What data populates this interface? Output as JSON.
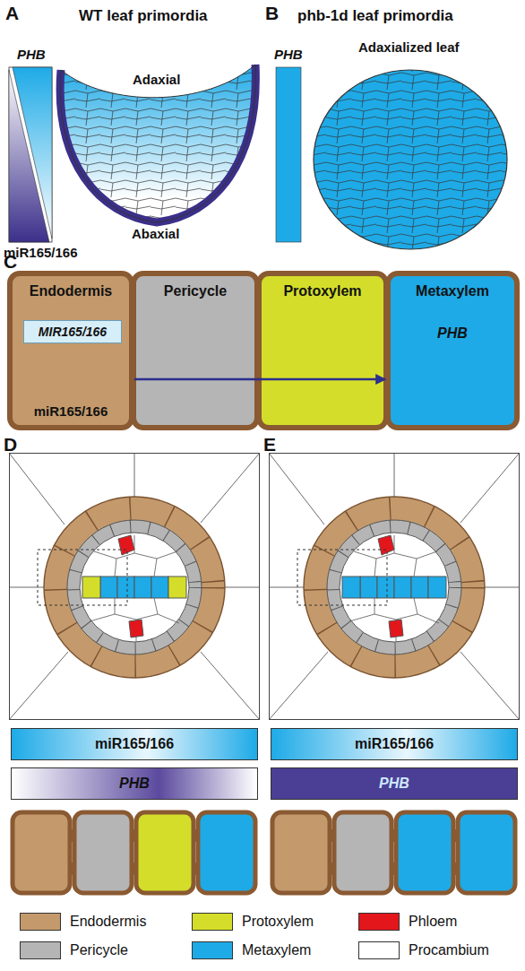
{
  "diagram": {
    "nodes": [
      {
        "text": [
          "Endodermis",
          "miR165/166"
        ]
      },
      {
        "text": [
          "MIR165/166"
        ],
        "in": 0
      },
      {
        "text": [
          "Pericycle"
        ]
      },
      {
        "text": [
          "Protoxylem"
        ]
      },
      {
        "text": [
          "Metaxylem",
          "PHB"
        ]
      },
      {
        "text": [
          "miR165/166"
        ]
      },
      {
        "text": [
          "PHB"
        ]
      },
      {
        "text": [
          "miR165/166"
        ]
      },
      {
        "text": [
          "PHB"
        ]
      }
    ],
    "edges": [
      {
        "from": 0,
        "to": 4,
        "arrow": "to"
      }
    ],
    "labels": [
      "A",
      "WT leaf primordia",
      "PHB",
      "miR165/166",
      "Adaxial",
      "Abaxial",
      "B",
      "phb-1d leaf primordia",
      "PHB",
      "Adaxialized leaf",
      "C",
      "D",
      "E"
    ],
    "legend": [
      {
        "text": "Endodermis",
        "color": "#c49a6c"
      },
      {
        "text": "Protoxylem",
        "color": "#d4de2a"
      },
      {
        "text": "Phloem",
        "color": "#e3161c"
      },
      {
        "text": "Pericycle",
        "color": "#b5b5b5"
      },
      {
        "text": "Metaxylem",
        "color": "#1eaae7"
      },
      {
        "text": "Procambium",
        "color": "#ffffff"
      }
    ]
  }
}
